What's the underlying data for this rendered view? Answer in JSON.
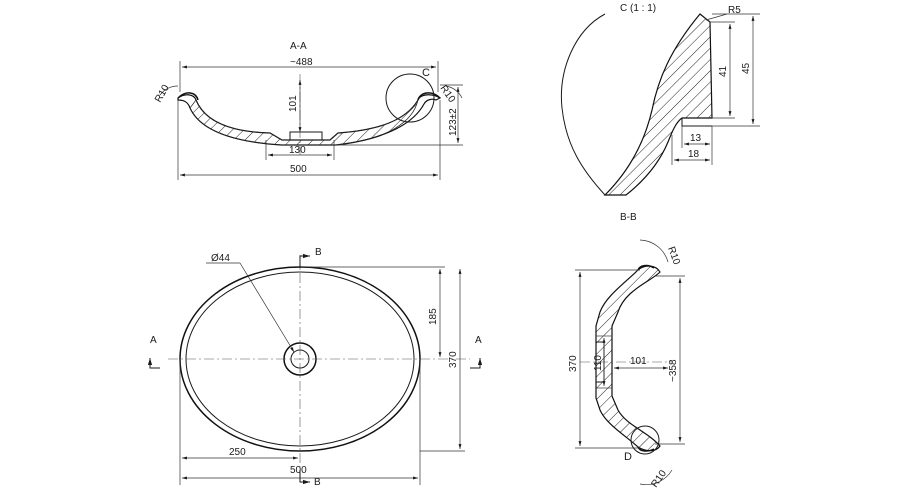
{
  "views": {
    "section_aa": {
      "title": "A-A",
      "dim_top": "~488",
      "dim_depth": "101",
      "dim_height": "123±2",
      "dim_drain": "130",
      "dim_width": "500",
      "detail_label": "C",
      "radius_left": "R10",
      "radius_right": "R10"
    },
    "detail_c": {
      "title": "C (1 : 1)",
      "radius": "R5",
      "dim_41": "41",
      "dim_45": "45",
      "dim_13": "13",
      "dim_18": "18"
    },
    "plan": {
      "drain_dia": "Ø44",
      "dim_185": "185",
      "dim_370": "370",
      "dim_250": "250",
      "dim_500": "500",
      "cut_b_top": "B",
      "cut_b_bottom": "B",
      "cut_a_left": "A",
      "cut_a_right": "A"
    },
    "section_bb": {
      "title": "B-B",
      "dim_370": "370",
      "dim_110": "110",
      "dim_101": "101",
      "dim_358": "~358",
      "detail_label": "D",
      "radius_top": "R10",
      "radius_bottom": "R10"
    }
  }
}
